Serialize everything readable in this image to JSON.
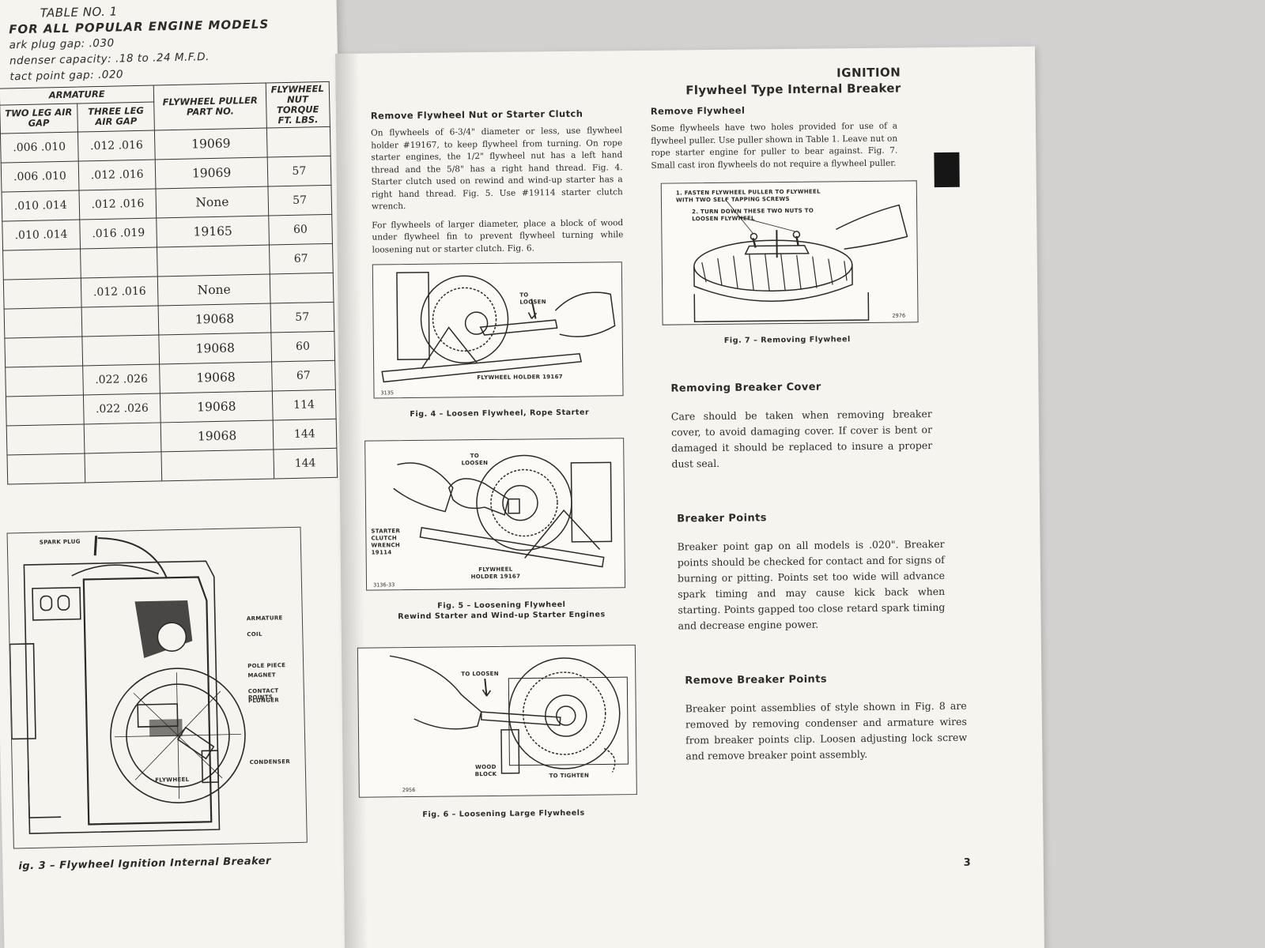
{
  "left_page": {
    "table_title": "TABLE NO. 1",
    "table_subtitle": "FOR ALL POPULAR ENGINE MODELS",
    "specs": [
      "ark plug gap: .030",
      "ndenser capacity: .18 to .24 M.F.D.",
      "tact point gap: .020"
    ],
    "headers": {
      "armature": "ARMATURE",
      "two_leg": "TWO LEG AIR GAP",
      "three_leg": "THREE LEG AIR GAP",
      "puller": "FLYWHEEL PULLER PART NO.",
      "torque": "FLYWHEEL NUT TORQUE FT. LBS."
    },
    "rows": [
      {
        "two": ".006 .010",
        "three": ".012 .016",
        "part": "19069",
        "torque": ""
      },
      {
        "two": ".006 .010",
        "three": ".012 .016",
        "part": "19069",
        "torque": "57"
      },
      {
        "two": ".010 .014",
        "three": ".012 .016",
        "part": "None",
        "torque": "57"
      },
      {
        "two": ".010 .014",
        "three": ".016 .019",
        "part": "19165",
        "torque": "60"
      },
      {
        "two": "",
        "three": "",
        "part": "",
        "torque": "67"
      },
      {
        "two": "",
        "three": ".012 .016",
        "part": "None",
        "torque": ""
      },
      {
        "two": "",
        "three": "",
        "part": "19068",
        "torque": "57"
      },
      {
        "two": "",
        "three": "",
        "part": "19068",
        "torque": "60"
      },
      {
        "two": "",
        "three": ".022 .026",
        "part": "19068",
        "torque": "67"
      },
      {
        "two": "",
        "three": ".022 .026",
        "part": "19068",
        "torque": "114"
      },
      {
        "two": "",
        "three": "",
        "part": "19068",
        "torque": "144"
      },
      {
        "two": "",
        "three": "",
        "part": "",
        "torque": "144"
      }
    ],
    "fig3": {
      "labels": {
        "spark_plug": "SPARK PLUG",
        "armature": "ARMATURE",
        "coil": "COIL",
        "pole_piece": "POLE PIECE",
        "magnet": "MAGNET",
        "contact_points": "CONTACT POINTS",
        "plunger": "PLUNGER",
        "condenser": "CONDENSER",
        "flywheel": "FLYWHEEL"
      },
      "caption": "ig. 3 – Flywheel Ignition Internal Breaker"
    }
  },
  "right_page": {
    "section": "IGNITION",
    "subsection": "Flywheel Type Internal Breaker",
    "page_number": "3",
    "col1": {
      "heading": "Remove Flywheel Nut or Starter Clutch",
      "p1": "On flywheels of 6-3/4\" diameter or less, use flywheel holder #19167, to keep flywheel from turning. On rope starter engines, the 1/2\" flywheel nut has a left hand thread and the 5/8\" has a right hand thread. Fig. 4. Starter clutch used on rewind and wind-up starter has a right hand thread. Fig. 5. Use #19114 starter clutch wrench.",
      "p2": "For flywheels of larger diameter, place a block of wood under flywheel fin to prevent flywheel turning while loosening nut or starter clutch. Fig. 6.",
      "fig4": {
        "to_loosen": "TO LOOSEN",
        "holder": "FLYWHEEL HOLDER 19167",
        "num": "3135",
        "caption": "Fig. 4 – Loosen Flywheel, Rope Starter"
      },
      "fig5": {
        "to_loosen": "TO LOOSEN",
        "wrench": "STARTER CLUTCH WRENCH 19114",
        "holder": "FLYWHEEL HOLDER 19167",
        "num": "3136-33",
        "caption_line1": "Fig. 5 – Loosening Flywheel",
        "caption_line2": "Rewind Starter and Wind-up Starter Engines"
      },
      "fig6": {
        "to_loosen": "TO LOOSEN",
        "wood_block": "WOOD BLOCK",
        "to_tighten": "TO TIGHTEN",
        "num": "2956",
        "caption": "Fig. 6 – Loosening Large Flywheels"
      }
    },
    "col2": {
      "remove_flywheel": {
        "heading": "Remove Flywheel",
        "text": "Some flywheels have two holes provided for use of a flywheel puller. Use puller shown in Table 1. Leave nut on rope starter engine for puller to bear against. Fig. 7. Small cast iron flywheels do not require a flywheel puller."
      },
      "fig7": {
        "note1": "1. FASTEN FLYWHEEL PULLER TO FLYWHEEL WITH TWO SELF TAPPING SCREWS",
        "note2": "2. TURN DOWN THESE TWO NUTS TO LOOSEN FLYWHEEL",
        "num": "2976",
        "caption": "Fig. 7 – Removing Flywheel"
      },
      "breaker_cover": {
        "heading": "Removing Breaker Cover",
        "text": "Care should be taken when removing breaker cover, to avoid damaging cover. If cover is bent or damaged it should be replaced to insure a proper dust seal."
      },
      "breaker_points": {
        "heading": "Breaker Points",
        "text": "Breaker point gap on all models is .020\". Breaker points should be checked for contact and for signs of burning or pitting. Points set too wide will advance spark timing and may cause kick back when starting. Points gapped too close retard spark timing and decrease engine power."
      },
      "remove_points": {
        "heading": "Remove Breaker Points",
        "text": "Breaker point assemblies of style shown in Fig. 8 are removed by removing condenser and armature wires from breaker points clip. Loosen adjusting lock screw and remove breaker point assembly."
      }
    }
  }
}
